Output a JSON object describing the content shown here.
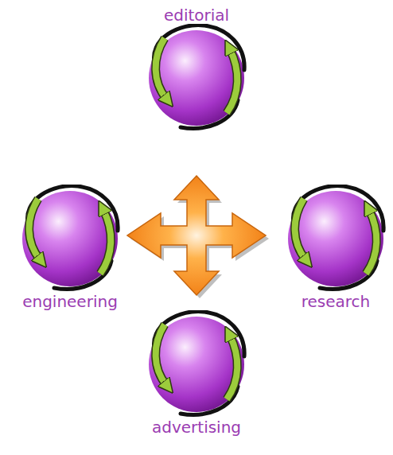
{
  "diagram": {
    "nodes": [
      {
        "text": [
          "editorial"
        ]
      },
      {
        "text": [
          "engineering"
        ]
      },
      {
        "text": [
          "research"
        ]
      },
      {
        "text": [
          "advertising"
        ]
      }
    ]
  }
}
